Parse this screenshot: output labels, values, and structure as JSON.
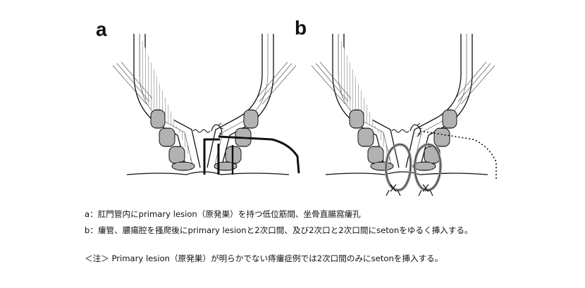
{
  "panels": {
    "a": {
      "label": "a"
    },
    "b": {
      "label": "b"
    }
  },
  "captions": {
    "a": "a：肛門管内にprimary lesion（原発巣）を持つ低位筋間、坐骨直腸窩瘻孔",
    "b": "b：瘻管、膿瘍腔を搔爬後にprimary lesionと2次口間、及び2次口と2次口間にsetonをゆるく挿入する。",
    "note": "＜注＞ Primary lesion（原発巣）が明らかでない痔瘻症例では2次口間のみにsetonを挿入する。"
  },
  "colors": {
    "line": "#111111",
    "hatch": "#555555",
    "seton": "#9a9a9a",
    "background": "#ffffff"
  }
}
